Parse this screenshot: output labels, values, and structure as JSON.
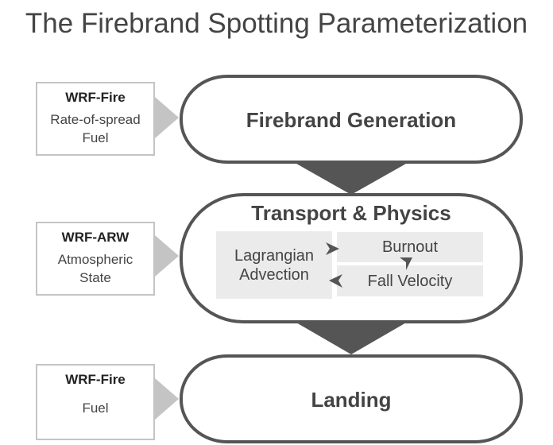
{
  "title": "The Firebrand Spotting Parameterization",
  "inputs": [
    {
      "title": "WRF-Fire",
      "lines": [
        "Rate-of-spread",
        "Fuel"
      ]
    },
    {
      "title": "WRF-ARW",
      "lines": [
        "Atmospheric",
        "State"
      ]
    },
    {
      "title": "WRF-Fire",
      "lines": [
        "Fuel"
      ]
    }
  ],
  "stages": [
    {
      "label": "Firebrand Generation"
    },
    {
      "label": "Transport & Physics",
      "components": {
        "advection": [
          "Lagrangian",
          "Advection"
        ],
        "burnout": "Burnout",
        "fall_velocity": "Fall Velocity"
      }
    },
    {
      "label": "Landing"
    }
  ],
  "colors": {
    "stage_border": "#555555",
    "flow_arrow": "#555555",
    "input_border": "#c4c4c4",
    "input_arrow": "#c4c4c4",
    "component_fill": "#ebebeb"
  }
}
